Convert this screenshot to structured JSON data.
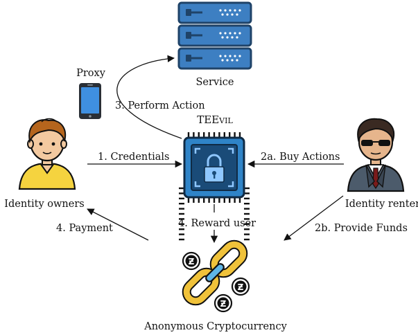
{
  "labels": {
    "service": "Service",
    "proxy": "Proxy",
    "perform_action": "3. Perform Action",
    "teevil_main": "TEE",
    "teevil_small": "VIL",
    "credentials": "1. Credentials",
    "buy_actions": "2a. Buy Actions",
    "identity_owners": "Identity owners",
    "identity_renter": "Identity renter",
    "payment": "4. Payment",
    "reward_user": "4. Reward user",
    "provide_funds": "2b. Provide Funds",
    "crypto": "Anonymous Cryptocurrency"
  },
  "coins": {
    "glyph": "Ƶ"
  },
  "colors": {
    "server_body": "#3d7fc2",
    "server_dark": "#1f4368",
    "chip_body": "#2f84c8",
    "chip_core": "#1a4b78",
    "lock": "#8fc7ff",
    "skin": "#f3c9a0",
    "hair_owner": "#b5651d",
    "shirt_owner": "#f5d33f",
    "suit": "#4c5b6b",
    "chain_gold": "#f0c23a",
    "chain_blue": "#5fb6e6",
    "phone_screen": "#3f8fe0"
  }
}
